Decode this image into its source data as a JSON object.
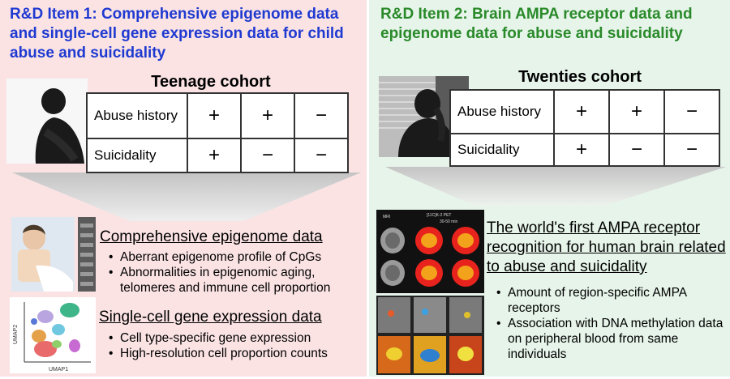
{
  "left": {
    "title": "R&D Item 1: Comprehensive epigenome data and single-cell gene expression data for child abuse and suicidality",
    "cohort": "Teenage cohort",
    "table": {
      "rows": [
        {
          "label": "Abuse history",
          "values": [
            "+",
            "+",
            "−"
          ]
        },
        {
          "label": "Suicidality",
          "values": [
            "+",
            "−",
            "−"
          ]
        }
      ]
    },
    "section1_title": "Comprehensive epigenome data",
    "section1_bullets": [
      "Aberrant epigenome profile of CpGs",
      "Abnormalities in epigenomic aging, telomeres and immune cell proportion"
    ],
    "section2_title": "Single-cell gene expression data",
    "section2_bullets": [
      "Cell type-specific gene expression",
      "High-resolution cell proportion counts"
    ],
    "umap_x_label": "UMAP1",
    "umap_y_label": "UMAP2"
  },
  "right": {
    "title": "R&D Item 2: Brain AMPA receptor data and epigenome data for abuse and suicidality",
    "cohort": "Twenties cohort",
    "table": {
      "rows": [
        {
          "label": "Abuse history",
          "values": [
            "+",
            "+",
            "−"
          ]
        },
        {
          "label": "Suicidality",
          "values": [
            "+",
            "−",
            "−"
          ]
        }
      ]
    },
    "section_title": "The world's first AMPA receptor recognition for human brain related to abuse and suicidality",
    "bullets": [
      "Amount of region-specific AMPA receptors",
      "Association with DNA methylation data on peripheral blood from same individuals"
    ],
    "scan_label_mri": "MRI",
    "scan_label_pet": "[11C]K-2 PET",
    "scan_label_time": "30-50 min"
  },
  "colors": {
    "left_bg": "#fbe3e4",
    "right_bg": "#e6f4ea",
    "left_title": "#1f3ad1",
    "right_title": "#2a8a2a"
  }
}
